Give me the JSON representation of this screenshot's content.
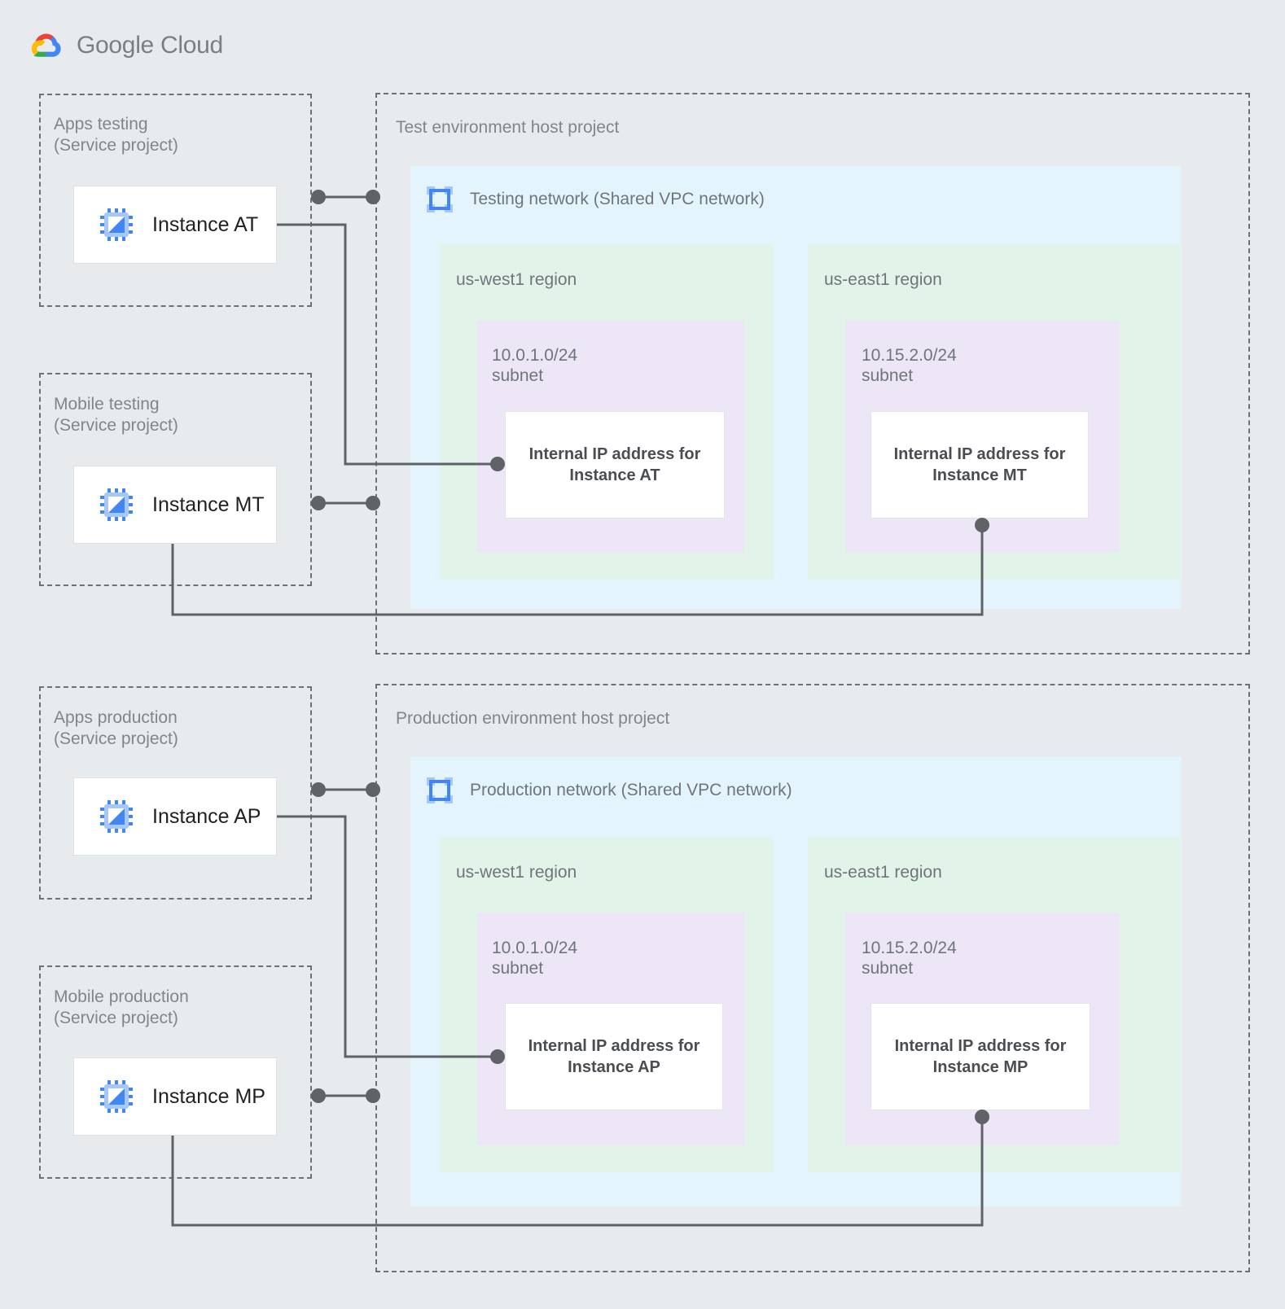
{
  "brand": {
    "word1": "Google",
    "word2": "Cloud",
    "logo_icon": "google-cloud-logo",
    "colors": {
      "red": "#EA4335",
      "yellow": "#FBBC04",
      "green": "#34A853",
      "blue": "#4285F4",
      "text": "#7b7f83"
    }
  },
  "palette": {
    "background": "#e8ebed",
    "vpc_fill": "#e3f4fd",
    "region_fill": "#e2f3ea",
    "subnet_fill": "#ece6f6",
    "card_fill": "#ffffff",
    "connector": "#5f6368",
    "dashed_border": "#6d7276",
    "label_text": "#80868b"
  },
  "service_projects": [
    {
      "id": "apps-testing",
      "title": "Apps testing\n(Service project)",
      "instance": {
        "label": "Instance AT",
        "icon": "vm-instance-icon"
      }
    },
    {
      "id": "mobile-testing",
      "title": "Mobile testing\n(Service project)",
      "instance": {
        "label": "Instance MT",
        "icon": "vm-instance-icon"
      }
    },
    {
      "id": "apps-production",
      "title": "Apps production\n(Service project)",
      "instance": {
        "label": "Instance AP",
        "icon": "vm-instance-icon"
      }
    },
    {
      "id": "mobile-production",
      "title": "Mobile production\n(Service project)",
      "instance": {
        "label": "Instance MP",
        "icon": "vm-instance-icon"
      }
    }
  ],
  "host_projects": [
    {
      "id": "test-environment",
      "title": "Test environment host project",
      "network": {
        "title": "Testing network (Shared VPC network)",
        "icon": "vpc-network-icon"
      },
      "regions": [
        {
          "id": "test-us-west1",
          "label": "us-west1 region",
          "subnet": {
            "label": "10.0.1.0/24\nsubnet",
            "cidr": "10.0.1.0/24",
            "ip_card": "Internal IP address for\nInstance AT"
          }
        },
        {
          "id": "test-us-east1",
          "label": "us-east1 region",
          "subnet": {
            "label": "10.15.2.0/24\nsubnet",
            "cidr": "10.15.2.0/24",
            "ip_card": "Internal IP address for\nInstance MT"
          }
        }
      ]
    },
    {
      "id": "production-environment",
      "title": "Production environment host project",
      "network": {
        "title": "Production network (Shared VPC network)",
        "icon": "vpc-network-icon"
      },
      "regions": [
        {
          "id": "prod-us-west1",
          "label": "us-west1 region",
          "subnet": {
            "label": "10.0.1.0/24\nsubnet",
            "cidr": "10.0.1.0/24",
            "ip_card": "Internal IP address for\nInstance AP"
          }
        },
        {
          "id": "prod-us-east1",
          "label": "us-east1 region",
          "subnet": {
            "label": "10.15.2.0/24\nsubnet",
            "cidr": "10.15.2.0/24",
            "ip_card": "Internal IP address for\nInstance MP"
          }
        }
      ]
    }
  ],
  "connections": [
    {
      "id": "at-attachment",
      "from": "apps-testing",
      "to": "test-environment",
      "kind": "project-attachment"
    },
    {
      "id": "at-to-ip",
      "from": "Instance AT",
      "to": "Internal IP address for Instance AT",
      "kind": "ip-binding"
    },
    {
      "id": "mt-attachment",
      "from": "mobile-testing",
      "to": "test-environment",
      "kind": "project-attachment"
    },
    {
      "id": "mt-to-ip",
      "from": "Instance MT",
      "to": "Internal IP address for Instance MT",
      "kind": "ip-binding"
    },
    {
      "id": "ap-attachment",
      "from": "apps-production",
      "to": "production-environment",
      "kind": "project-attachment"
    },
    {
      "id": "ap-to-ip",
      "from": "Instance AP",
      "to": "Internal IP address for Instance AP",
      "kind": "ip-binding"
    },
    {
      "id": "mp-attachment",
      "from": "mobile-production",
      "to": "production-environment",
      "kind": "project-attachment"
    },
    {
      "id": "mp-to-ip",
      "from": "Instance MP",
      "to": "Internal IP address for Instance MP",
      "kind": "ip-binding"
    }
  ]
}
